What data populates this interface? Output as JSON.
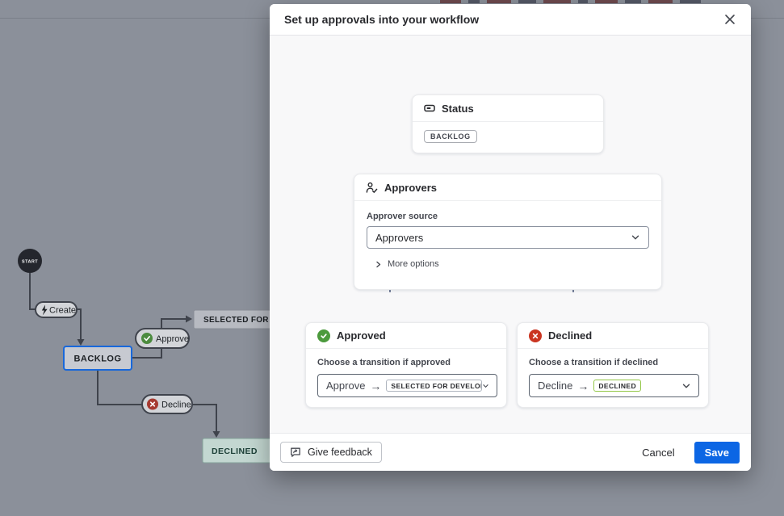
{
  "diagram": {
    "start": "START",
    "create": "Create",
    "backlog": "BACKLOG",
    "approve": "Approve",
    "selected_for_dev": "SELECTED FOR D",
    "decline": "Decline",
    "declined": "DECLINED"
  },
  "modal": {
    "title": "Set up approvals into your workflow",
    "status_card": {
      "title": "Status",
      "badge": "BACKLOG"
    },
    "approvers_card": {
      "title": "Approvers",
      "source_label": "Approver source",
      "source_value": "Approvers",
      "more_options": "More options"
    },
    "approved_card": {
      "title": "Approved",
      "label": "Choose a transition if approved",
      "transition_name": "Approve",
      "arrow": "→",
      "target_status": "SELECTED FOR DEVELOPMENT"
    },
    "declined_card": {
      "title": "Declined",
      "label": "Choose a transition if declined",
      "transition_name": "Decline",
      "arrow": "→",
      "target_status": "DECLINED"
    },
    "footer": {
      "feedback": "Give feedback",
      "cancel": "Cancel",
      "save": "Save"
    }
  },
  "colors": {
    "overlay_gray": "#8B909A",
    "save_button_blue": "#0C66E4",
    "backlog_border_blue": "#1868DB",
    "approved_green": "#4C9A3D",
    "declined_red": "#CA3521",
    "declined_badge_border": "#94C748",
    "connector_gray": "#77829B",
    "diagram_line": "#3F434C"
  }
}
